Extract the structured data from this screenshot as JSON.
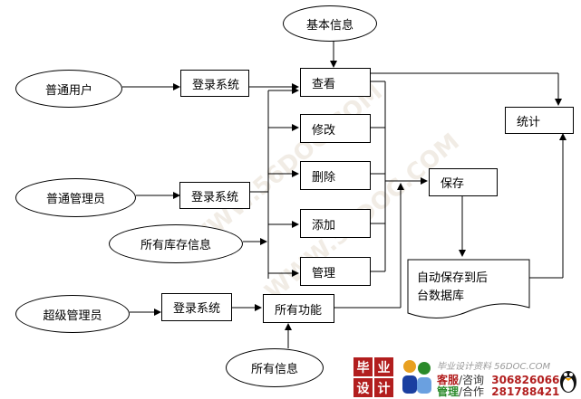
{
  "nodes": {
    "basic_info": "基本信息",
    "normal_user": "普通用户",
    "normal_admin": "普通管理员",
    "super_admin": "超级管理员",
    "all_stock_info": "所有库存信息",
    "all_info": "所有信息",
    "login1": "登录系统",
    "login2": "登录系统",
    "login3": "登录系统",
    "view": "查看",
    "edit": "修改",
    "delete": "删除",
    "add": "添加",
    "manage": "管理",
    "all_functions": "所有功能",
    "save": "保存",
    "stats": "统计",
    "auto_save_line1": "自动保存到后",
    "auto_save_line2": "台数据库"
  },
  "watermark": "WWW.56DOC.COM",
  "banner": {
    "logo_chars": [
      "毕",
      "业",
      "设",
      "计"
    ],
    "site_line": "毕业设计资料 56DOC.COM",
    "kefu_a": "客服",
    "kefu_b": "/咨询",
    "kefu_qq": "306826066",
    "guanli_a": "管理",
    "guanli_b": "/合作",
    "guanli_qq": "281788421",
    "colors": {
      "accent_red": "#b21e1e",
      "accent_blue": "#1a3fa0",
      "accent_green": "#2a8a2a"
    }
  }
}
